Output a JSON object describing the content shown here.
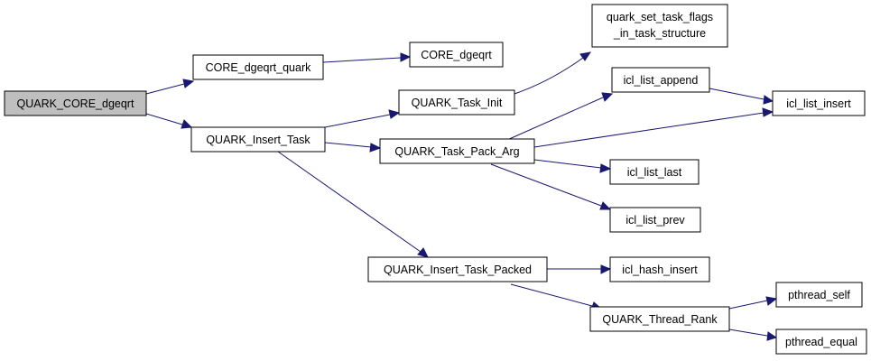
{
  "graph": {
    "edge_color": "#191970",
    "root_fill": "#bfbfbf",
    "nodes": {
      "quark_core_dgeqrt": {
        "label": "QUARK_CORE_dgeqrt"
      },
      "core_dgeqrt_quark": {
        "label": "CORE_dgeqrt_quark"
      },
      "core_dgeqrt": {
        "label": "CORE_dgeqrt"
      },
      "quark_insert_task": {
        "label": "QUARK_Insert_Task"
      },
      "quark_task_init": {
        "label": "QUARK_Task_Init"
      },
      "quark_set_task_flags": {
        "label_line1": "quark_set_task_flags",
        "label_line2": "_in_task_structure"
      },
      "quark_task_pack_arg": {
        "label": "QUARK_Task_Pack_Arg"
      },
      "icl_list_append": {
        "label": "icl_list_append"
      },
      "icl_list_insert": {
        "label": "icl_list_insert"
      },
      "icl_list_last": {
        "label": "icl_list_last"
      },
      "icl_list_prev": {
        "label": "icl_list_prev"
      },
      "quark_insert_task_packed": {
        "label": "QUARK_Insert_Task_Packed"
      },
      "icl_hash_insert": {
        "label": "icl_hash_insert"
      },
      "quark_thread_rank": {
        "label": "QUARK_Thread_Rank"
      },
      "pthread_self": {
        "label": "pthread_self"
      },
      "pthread_equal": {
        "label": "pthread_equal"
      }
    }
  }
}
